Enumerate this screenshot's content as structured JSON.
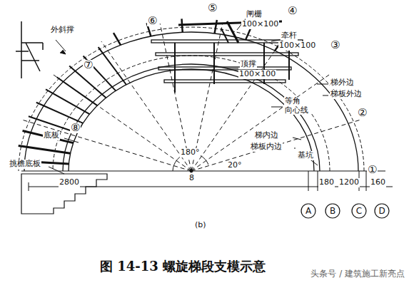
{
  "diagram": {
    "caption": "图 14-13 螺旋梯段支模示意",
    "nodes": [
      {
        "text": [
          "A"
        ]
      },
      {
        "text": [
          "B"
        ]
      },
      {
        "text": [
          "C"
        ]
      },
      {
        "text": [
          "D"
        ]
      }
    ],
    "labels": [
      "闸栅",
      "100×100",
      "牵杆",
      "100×100",
      "顶撑",
      "100×100",
      "梯外边",
      "梯板外边",
      "等角 向心线",
      "梯内边",
      "梯板内边",
      "基坑",
      "外斜撑",
      "底板",
      "挑檐底板",
      "180°",
      "20°",
      "8",
      "2800",
      "180",
      "1200",
      "160",
      "①",
      "②",
      "③",
      "④",
      "⑤",
      "⑥",
      "⑦",
      "⑧",
      "(b)",
      "头条号 / 建筑施工新亮点"
    ]
  }
}
